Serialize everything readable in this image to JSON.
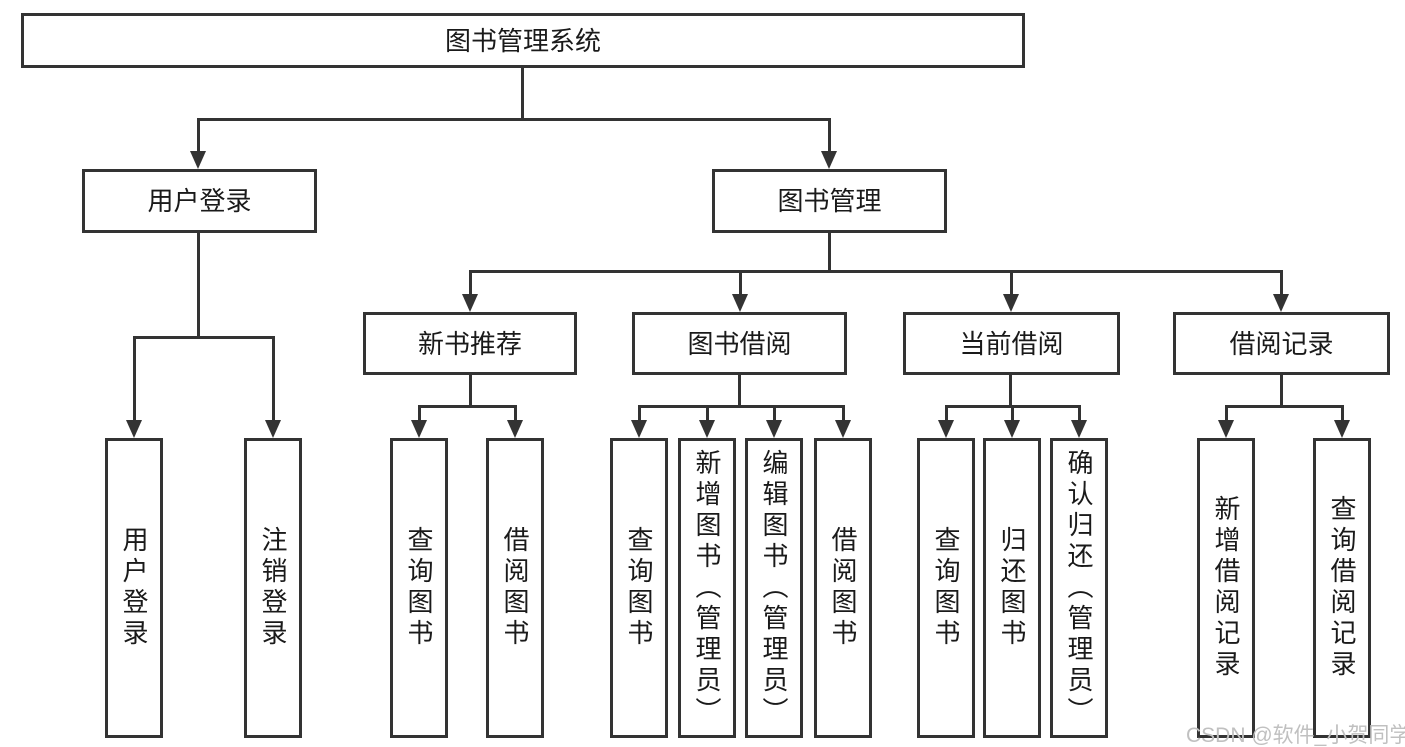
{
  "tree": {
    "root": {
      "label": "图书管理系统"
    },
    "children": [
      {
        "label": "用户登录",
        "children": [
          {
            "label": "用户登录"
          },
          {
            "label": "注销登录"
          }
        ]
      },
      {
        "label": "图书管理",
        "children": [
          {
            "label": "新书推荐",
            "children": [
              {
                "label": "查询图书"
              },
              {
                "label": "借阅图书"
              }
            ]
          },
          {
            "label": "图书借阅",
            "children": [
              {
                "label": "查询图书"
              },
              {
                "label": "新增图书（管理员）"
              },
              {
                "label": "编辑图书（管理员）"
              },
              {
                "label": "借阅图书"
              }
            ]
          },
          {
            "label": "当前借阅",
            "children": [
              {
                "label": "查询图书"
              },
              {
                "label": "归还图书"
              },
              {
                "label": "确认归还（管理员）"
              }
            ]
          },
          {
            "label": "借阅记录",
            "children": [
              {
                "label": "新增借阅记录"
              },
              {
                "label": "查询借阅记录"
              }
            ]
          }
        ]
      }
    ]
  },
  "watermark": {
    "text": "CSDN @软件_小贺同学"
  },
  "colors": {
    "line": "#333333",
    "text": "#1a1a1a",
    "background": "#ffffff",
    "watermark": "#c0c0c0"
  }
}
